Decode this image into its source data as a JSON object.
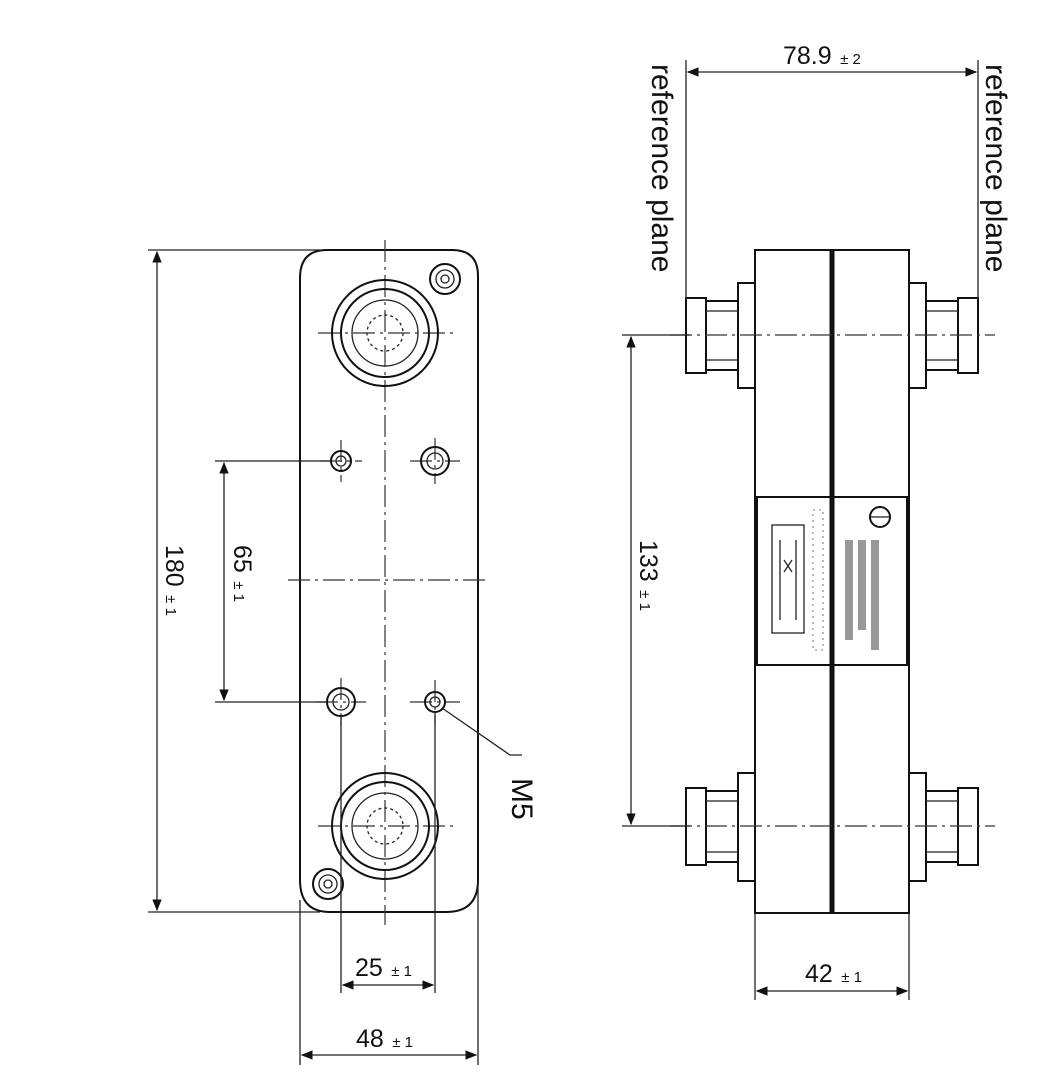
{
  "front_view": {
    "dim_height": {
      "value": "180",
      "tol": "± 1"
    },
    "dim_hole_spacing": {
      "value": "65",
      "tol": "± 1"
    },
    "dim_hole_x": {
      "value": "25",
      "tol": "± 1"
    },
    "dim_width": {
      "value": "48",
      "tol": "± 1"
    },
    "thread_label": "M5"
  },
  "side_view": {
    "dim_ref_span": {
      "value": "78.9",
      "tol": "± 2"
    },
    "dim_port_spacing": {
      "value": "133",
      "tol": "± 1"
    },
    "dim_depth": {
      "value": "42",
      "tol": "± 1"
    },
    "ref_plane_left": "reference plane",
    "ref_plane_right": "reference plane"
  }
}
